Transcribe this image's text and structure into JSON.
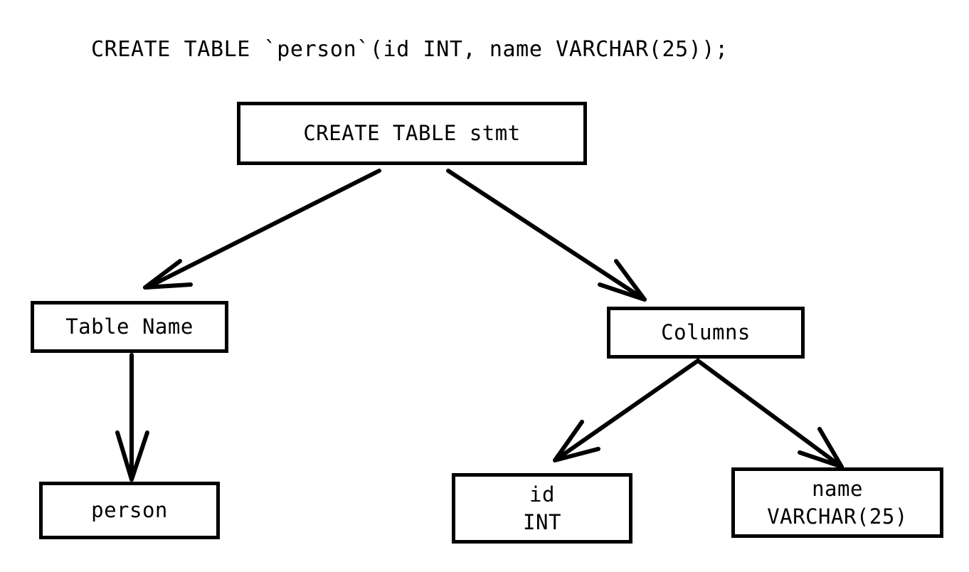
{
  "caption": {
    "sql": "CREATE TABLE `person`(id INT, name VARCHAR(25));"
  },
  "diagram": {
    "type": "tree",
    "stroke_color": "#000000",
    "background_color": "#ffffff",
    "arrowhead_style": "open-barb",
    "nodes": [
      {
        "id": "root",
        "label": "CREATE TABLE stmt",
        "lines": [
          "CREATE TABLE stmt"
        ]
      },
      {
        "id": "tablename",
        "label": "Table Name",
        "lines": [
          "Table Name"
        ]
      },
      {
        "id": "columns",
        "label": "Columns",
        "lines": [
          "Columns"
        ]
      },
      {
        "id": "person",
        "label": "person",
        "lines": [
          "person"
        ]
      },
      {
        "id": "col-id",
        "label": "id INT",
        "lines": [
          "id",
          "INT"
        ]
      },
      {
        "id": "col-name",
        "label": "name VARCHAR(25)",
        "lines": [
          "name",
          "VARCHAR(25)"
        ]
      }
    ],
    "edges": [
      {
        "from": "root",
        "to": "tablename"
      },
      {
        "from": "root",
        "to": "columns"
      },
      {
        "from": "tablename",
        "to": "person"
      },
      {
        "from": "columns",
        "to": "col-id"
      },
      {
        "from": "columns",
        "to": "col-name"
      }
    ]
  }
}
